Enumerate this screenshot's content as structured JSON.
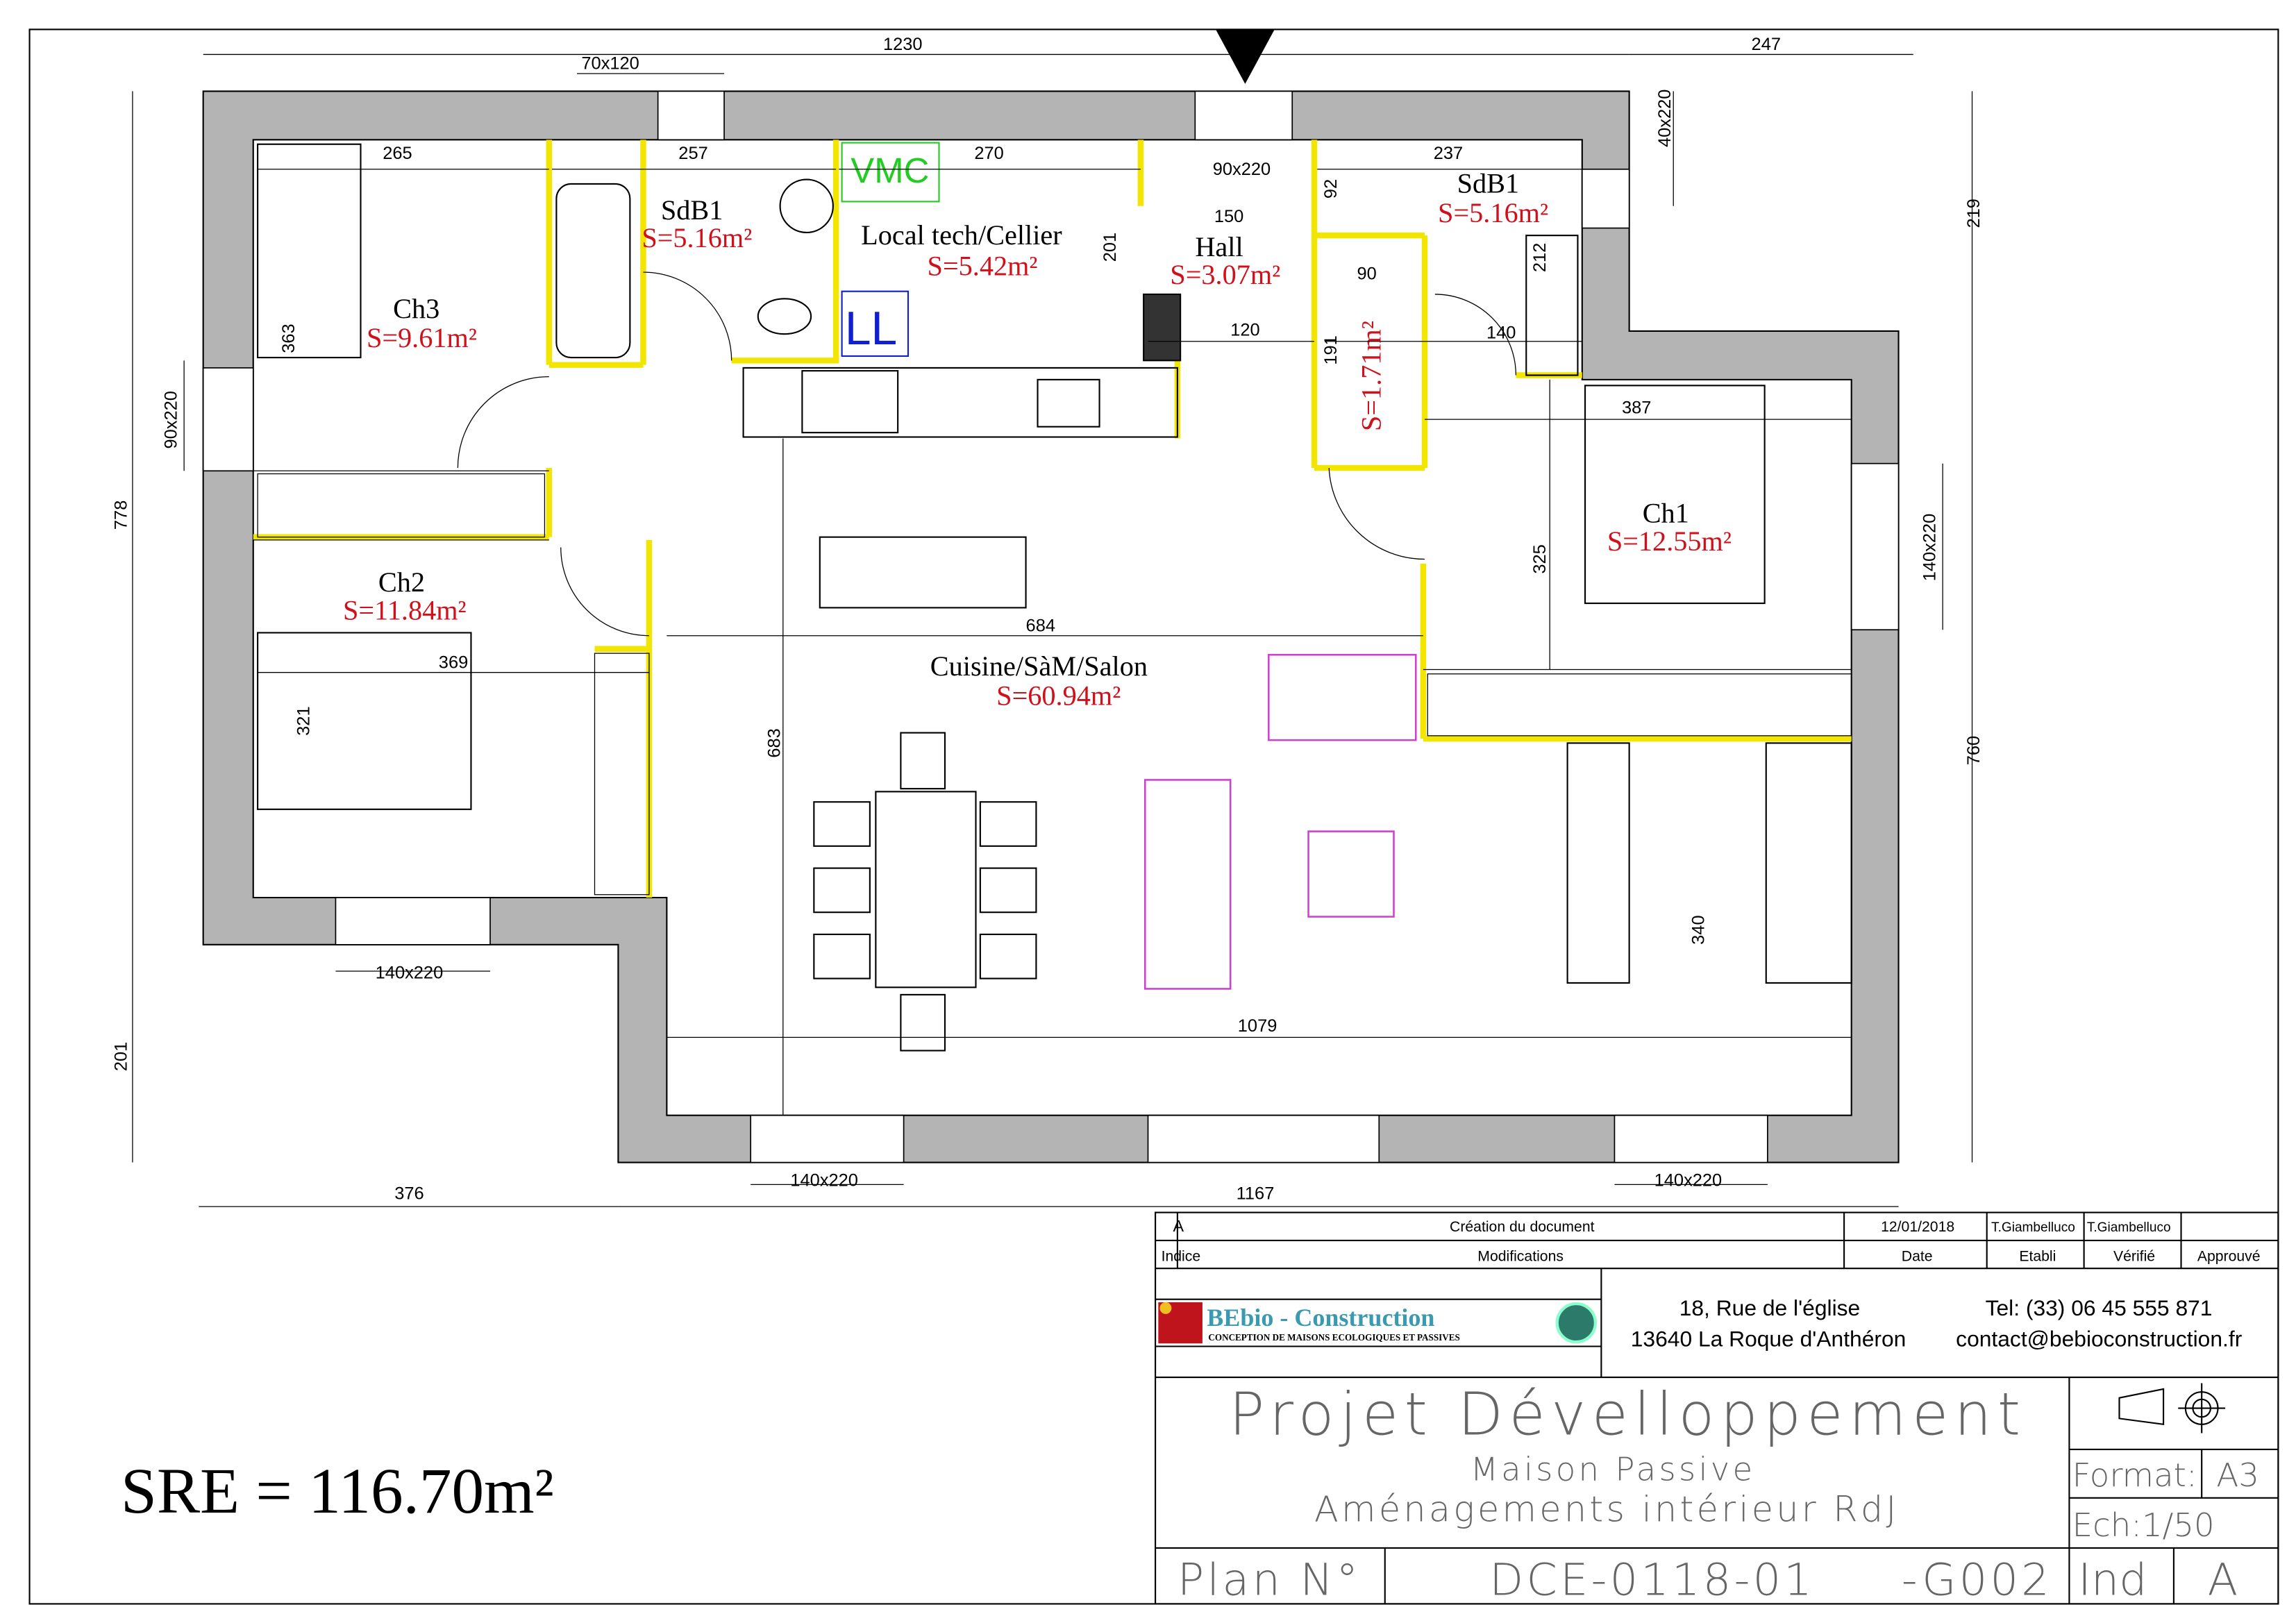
{
  "sheet": {
    "sre": "SRE = 116.70m²",
    "overall_top_dims": [
      "1230",
      "247"
    ]
  },
  "rooms": [
    {
      "name": "Ch3",
      "area": "S=9.61m²"
    },
    {
      "name": "SdB1",
      "area": "S=5.16m²"
    },
    {
      "name": "Local tech/Cellier",
      "area": "S=5.42m²"
    },
    {
      "name": "Hall",
      "area": "S=3.07m²"
    },
    {
      "name": "SdB1",
      "area": "S=5.16m²"
    },
    {
      "name": "",
      "area": "S=1.71m²"
    },
    {
      "name": "Ch2",
      "area": "S=11.84m²"
    },
    {
      "name": "Cuisine/SàM/Salon",
      "area": "S=60.94m²"
    },
    {
      "name": "Ch1",
      "area": "S=12.55m²"
    }
  ],
  "labels": {
    "vmc": "VMC",
    "ll": "LL"
  },
  "openings": [
    "70x120",
    "90x220",
    "40x220",
    "90x220",
    "140x220",
    "140x220",
    "140x220",
    "140x220"
  ],
  "dims": {
    "d265": "265",
    "d257": "257",
    "d270": "270",
    "d237": "237",
    "d150": "150",
    "d201a": "201",
    "d363": "363",
    "d120": "120",
    "d140": "140",
    "d191": "191",
    "d212": "212",
    "d90": "90",
    "d92": "92",
    "d387": "387",
    "d325": "325",
    "d684": "684",
    "d369": "369",
    "d321": "321",
    "d683": "683",
    "d1079": "1079",
    "d340": "340",
    "d778": "778",
    "d201": "201",
    "d376": "376",
    "d1167": "1167",
    "d219": "219",
    "d760": "760"
  },
  "title_block": {
    "rev_index": "A",
    "rev_description": "Création du document",
    "rev_date": "12/01/2018",
    "rev_drawn": "T.Giambelluco",
    "rev_checked": "T.Giambelluco",
    "h_index": "Indice",
    "h_modifications": "Modifications",
    "h_date": "Date",
    "h_drawn": "Etabli",
    "h_checked": "Vérifié",
    "h_approved": "Approuvé",
    "logo_name": "BEbio - Construction",
    "logo_tagline": "CONCEPTION DE MAISONS ECOLOGIQUES ET PASSIVES",
    "address_line1": "18, Rue de l'église",
    "address_line2": "13640 La Roque d'Anthéron",
    "phone": "Tel: (33) 06 45 555 871",
    "email": "contact@bebioconstruction.fr",
    "project_title": "Projet Dévelloppement",
    "subtitle1": "Maison Passive",
    "subtitle2": "Aménagements intérieur RdJ",
    "format_label": "Format:",
    "format_value": "A3",
    "scale": "Ech:1/50",
    "plan_label": "Plan N°",
    "plan_number": "DCE-0118-01",
    "plan_suffix": "-G002",
    "ind_label": "Ind",
    "ind_value": "A"
  },
  "colors": {
    "wall": "#b4b4b4",
    "partition": "#f2e600",
    "area_text": "#d0101a",
    "furniture": "#d040d0",
    "vmc": "#22cc22",
    "ll": "#1020d0"
  }
}
